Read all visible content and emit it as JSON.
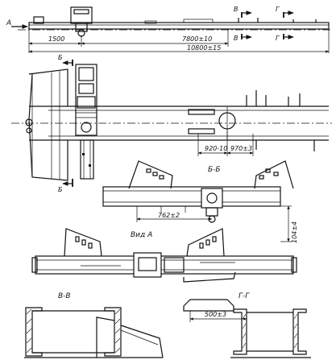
{
  "labels": {
    "view_arrow_a": "А",
    "section_b_top": "Б",
    "section_b_bottom": "Б",
    "section_v_top": "В",
    "section_v_bottom": "В",
    "section_g_top": "Г",
    "section_g_bottom": "Г",
    "title_section_bb": "Б-Б",
    "title_view_a": "Вид А",
    "title_section_vv": "В-В",
    "title_section_gg": "Г-Г"
  },
  "dimensions": {
    "d1500": "1500",
    "d7800": "7800±10",
    "d10800": "10800±15",
    "d920": "920-10",
    "d970": "970±3",
    "d762": "762±2",
    "d104": "104±4",
    "d500": "500±3"
  }
}
